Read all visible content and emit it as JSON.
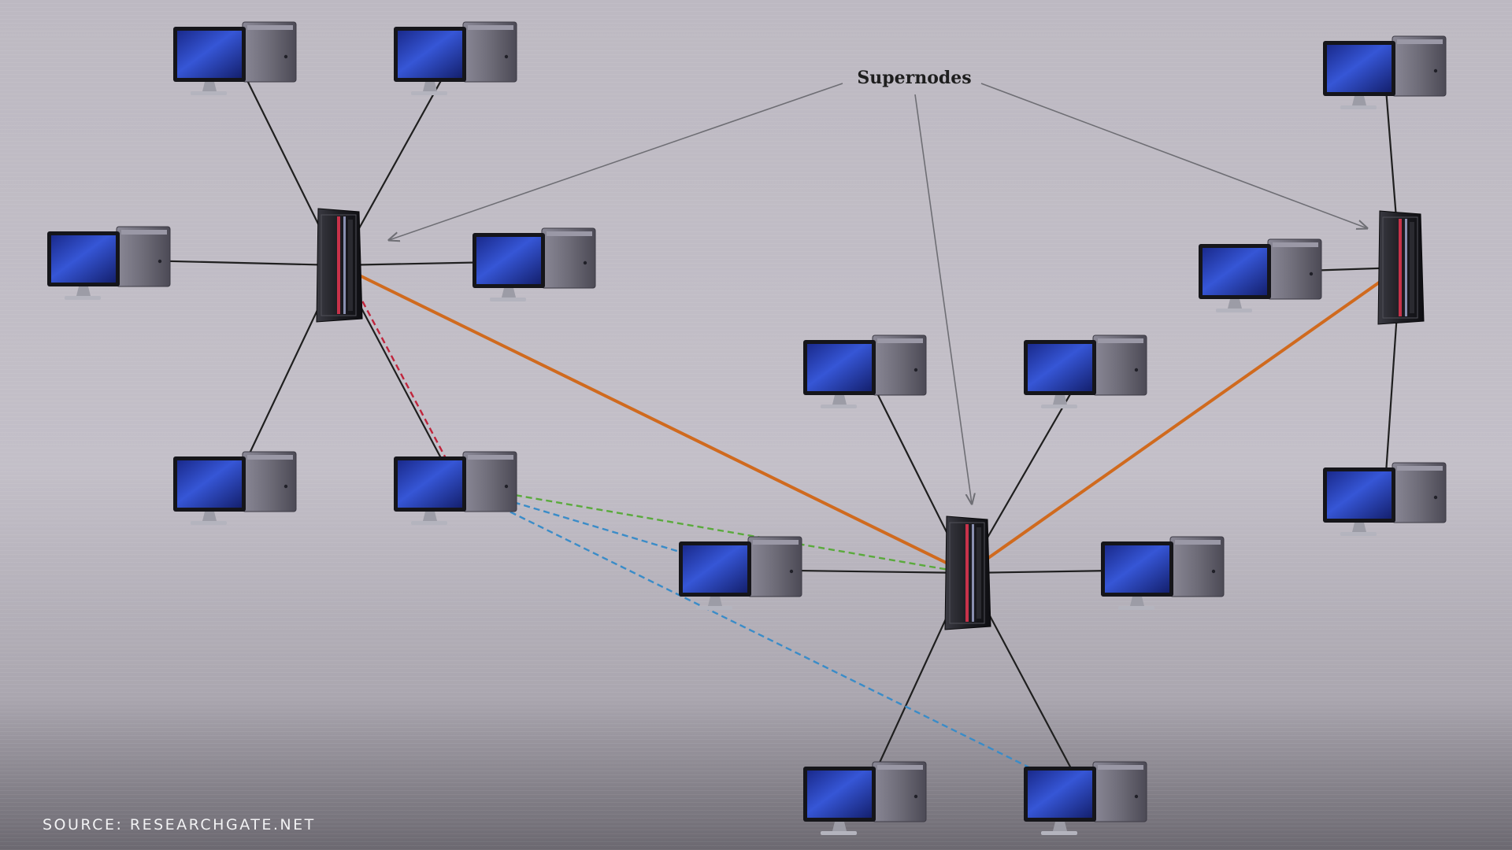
{
  "diagram": {
    "label": "Supernodes",
    "source": "SOURCE: RESEARCHGATE.NET",
    "colors": {
      "background": "#bfbbc4",
      "monitor_screen": "#2d47b8",
      "tower": "#6e6c78",
      "supernode_body": "#1d1d22",
      "supernode_accent": "#c8324a",
      "link": "#1f1f1f",
      "supernode_link": "#d06a1e",
      "pointer_arrow": "#6e6e74",
      "dashed_red": "#c0253c",
      "dashed_green": "#5aaa3c",
      "dashed_blue": "#3a8cc8"
    },
    "supernodes": [
      {
        "id": "sn-left",
        "icon": "server-rack-icon",
        "peers": 6
      },
      {
        "id": "sn-center",
        "icon": "server-rack-icon",
        "peers": 6
      },
      {
        "id": "sn-right",
        "icon": "server-rack-icon",
        "peers": 3
      }
    ],
    "links": [
      {
        "from": "sn-left",
        "to": "sn-center",
        "style": "supernode-link"
      },
      {
        "from": "sn-center",
        "to": "sn-right",
        "style": "supernode-link"
      }
    ],
    "dashed_links": [
      {
        "from": "sn-left",
        "to": "pc-left-5",
        "color": "dashed_red"
      },
      {
        "from": "pc-left-5",
        "to": "sn-center",
        "color": "dashed_green"
      },
      {
        "from": "pc-left-5",
        "to": "pc-center-2",
        "color": "dashed_blue"
      },
      {
        "from": "pc-left-5",
        "to": "pc-center-5",
        "color": "dashed_blue"
      }
    ],
    "pointer_targets": [
      "sn-left",
      "sn-center",
      "sn-right"
    ]
  }
}
